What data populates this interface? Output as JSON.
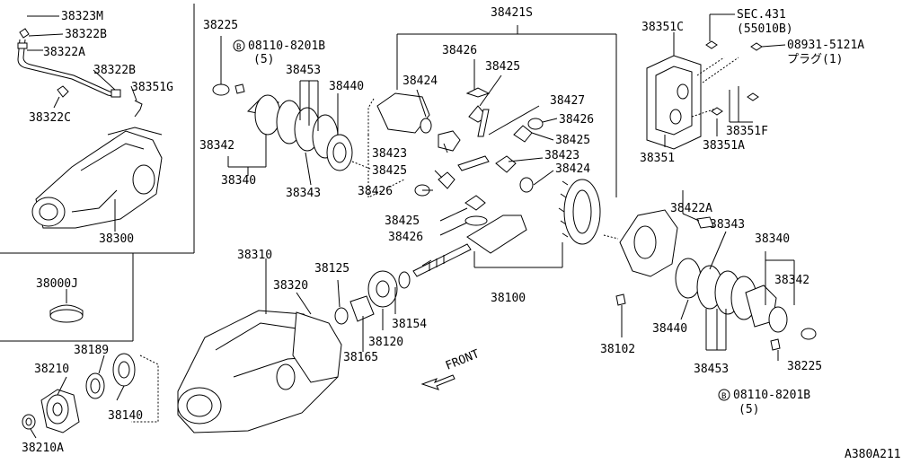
{
  "diagram": {
    "code": "A380A211",
    "front_label": "FRONT",
    "circled_b": "B",
    "labels": {
      "p38323M": "38323M",
      "p38322B_top": "38322B",
      "p38322A": "38322A",
      "p38322B_mid": "38322B",
      "p38351G": "38351G",
      "p38322C": "38322C",
      "p38300": "38300",
      "p38000J": "38000J",
      "p38225_l": "38225",
      "bolt_l": "08110-8201B",
      "bolt_l_qty": "(5)",
      "p38453_l": "38453",
      "p38440_l": "38440",
      "p38342_l": "38342",
      "p38340_l": "38340",
      "p38343_l": "38343",
      "p38421S": "38421S",
      "p38426_a": "38426",
      "p38425_a": "38425",
      "p38424_a": "38424",
      "p38427": "38427",
      "p38426_b": "38426",
      "p38425_b": "38425",
      "p38423_a": "38423",
      "p38423_b": "38423",
      "p38425_c": "38425",
      "p38424_b": "38424",
      "p38426_c": "38426",
      "p38425_d": "38425",
      "p38426_d": "38426",
      "p38100": "38100",
      "p38310": "38310",
      "p38125": "38125",
      "p38320": "38320",
      "p38154": "38154",
      "p38120": "38120",
      "p38165": "38165",
      "p38189": "38189",
      "p38210": "38210",
      "p38140": "38140",
      "p38210A": "38210A",
      "p38351C": "38351C",
      "sec431": "SEC.431",
      "sec431_sub": "(55010B)",
      "plug_code": "08931-5121A",
      "plug_text": "プラグ(1)",
      "p38351F": "38351F",
      "p38351A": "38351A",
      "p38351": "38351",
      "p38422A": "38422A",
      "p38343_r": "38343",
      "p38340_r": "38340",
      "p38342_r": "38342",
      "p38440_r": "38440",
      "p38102": "38102",
      "p38453_r": "38453",
      "p38225_r": "38225",
      "bolt_r": "08110-8201B",
      "bolt_r_qty": "(5)"
    }
  }
}
